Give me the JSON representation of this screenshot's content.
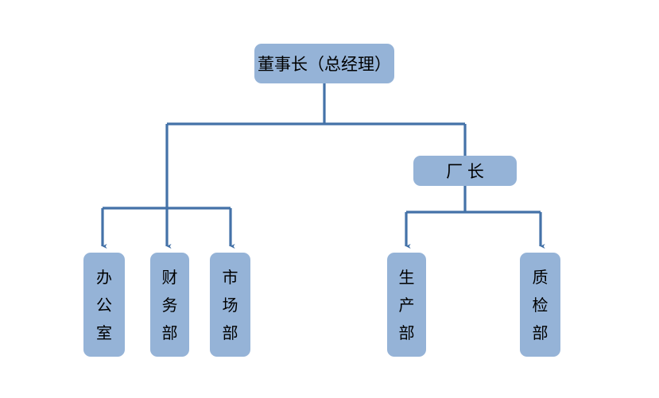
{
  "diagram": {
    "type": "organization-chart",
    "title": "",
    "colors": {
      "node_fill": "#95b3d7",
      "connector": "#4472a8",
      "text": "#000000",
      "background": "#ffffff"
    },
    "nodes": {
      "chairman": {
        "label": "董事长（总经理）",
        "orientation": "horizontal",
        "level": 1
      },
      "plant_manager": {
        "label": "厂 长",
        "orientation": "horizontal",
        "level": 2
      },
      "office": {
        "label": "办公室",
        "chars": [
          "办",
          "公",
          "室"
        ],
        "orientation": "vertical",
        "level": 3,
        "parent": "chairman"
      },
      "finance": {
        "label": "财务部",
        "chars": [
          "财",
          "务",
          "部"
        ],
        "orientation": "vertical",
        "level": 3,
        "parent": "chairman"
      },
      "market": {
        "label": "市场部",
        "chars": [
          "市",
          "场",
          "部"
        ],
        "orientation": "vertical",
        "level": 3,
        "parent": "chairman"
      },
      "production": {
        "label": "生产部",
        "chars": [
          "生",
          "产",
          "部"
        ],
        "orientation": "vertical",
        "level": 3,
        "parent": "plant_manager"
      },
      "quality": {
        "label": "质检部",
        "chars": [
          "质",
          "检",
          "部"
        ],
        "orientation": "vertical",
        "level": 3,
        "parent": "plant_manager"
      }
    },
    "edges": [
      {
        "from": "chairman",
        "to": "plant_manager",
        "style": "elbow",
        "arrow": false
      },
      {
        "from": "chairman",
        "to": "office",
        "style": "elbow",
        "arrow": true
      },
      {
        "from": "chairman",
        "to": "finance",
        "style": "elbow",
        "arrow": true
      },
      {
        "from": "chairman",
        "to": "market",
        "style": "elbow",
        "arrow": true
      },
      {
        "from": "plant_manager",
        "to": "production",
        "style": "elbow",
        "arrow": true
      },
      {
        "from": "plant_manager",
        "to": "quality",
        "style": "elbow",
        "arrow": true
      }
    ]
  }
}
